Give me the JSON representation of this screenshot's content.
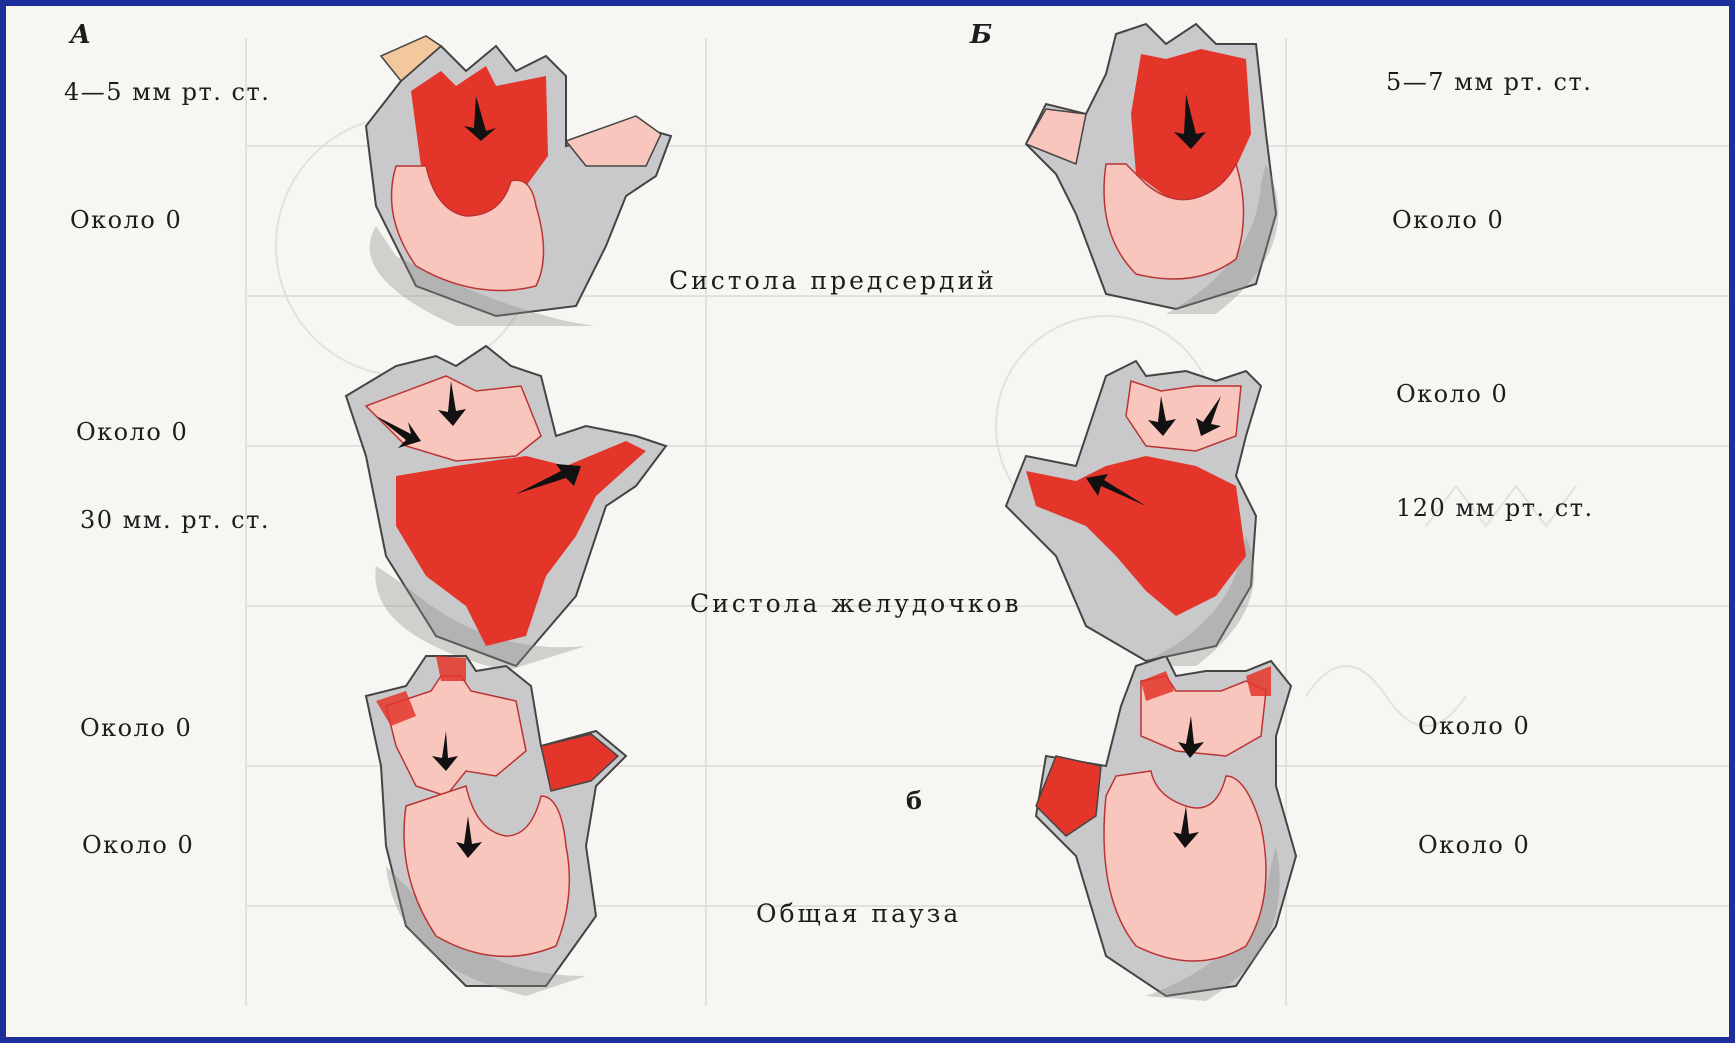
{
  "panels": {
    "left_letter": "А",
    "right_letter": "Б"
  },
  "rows": [
    {
      "caption": "Систола предсердий",
      "left": {
        "atrial_pressure": "4—5 мм рт. ст.",
        "ventricular_pressure": "Около 0"
      },
      "right": {
        "atrial_pressure": "5—7 мм рт. ст.",
        "ventricular_pressure": "Около 0"
      }
    },
    {
      "caption": "Систола желудочков",
      "left": {
        "atrial_pressure": "Около 0",
        "ventricular_pressure": "30 мм. рт. ст."
      },
      "right": {
        "atrial_pressure": "Около 0",
        "ventricular_pressure": "120 мм рт. ст."
      }
    },
    {
      "caption": "Общая пауза",
      "left": {
        "atrial_pressure": "Около 0",
        "ventricular_pressure": "Около 0"
      },
      "right": {
        "atrial_pressure": "Около 0",
        "ventricular_pressure": "Около 0"
      }
    }
  ],
  "stray_mark": "б",
  "colors": {
    "frame": "#1d2f9a",
    "paper": "#f7f6f2",
    "wall": "#c9c9cb",
    "contracted": "#e4352a",
    "relaxed": "#f9c6be",
    "vessel_tip": "#f3c89c"
  }
}
